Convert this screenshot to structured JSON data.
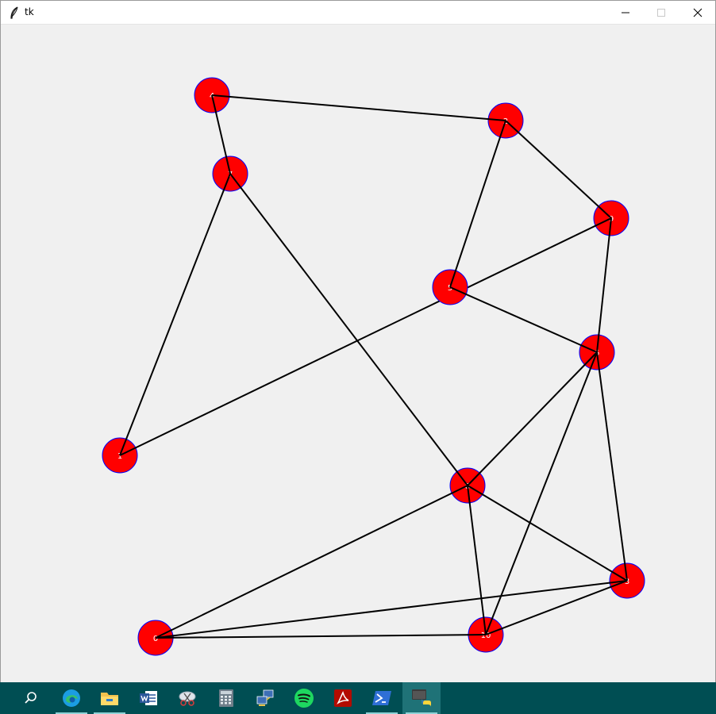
{
  "window": {
    "title": "tk",
    "controls": [
      "minimize",
      "maximize",
      "close"
    ]
  },
  "graph": {
    "node_fill": "#ff0000",
    "node_outline": "#0000ff",
    "edge_color": "#000000",
    "nodes": [
      {
        "id": "n4",
        "label": "4"
      },
      {
        "id": "n2",
        "label": "2"
      },
      {
        "id": "n7",
        "label": "7"
      },
      {
        "id": "n9",
        "label": "9"
      },
      {
        "id": "n5",
        "label": "5"
      },
      {
        "id": "n6",
        "label": "6"
      },
      {
        "id": "n1",
        "label": "1"
      },
      {
        "id": "n8",
        "label": "8"
      },
      {
        "id": "n3",
        "label": "3"
      },
      {
        "id": "n0",
        "label": "0"
      },
      {
        "id": "n10",
        "label": "10"
      }
    ],
    "edges": [
      [
        "n4",
        "n2"
      ],
      [
        "n4",
        "n7"
      ],
      [
        "n2",
        "n5"
      ],
      [
        "n2",
        "n9"
      ],
      [
        "n9",
        "n1"
      ],
      [
        "n9",
        "n6"
      ],
      [
        "n5",
        "n6"
      ],
      [
        "n7",
        "n1"
      ],
      [
        "n7",
        "n8"
      ],
      [
        "n6",
        "n8"
      ],
      [
        "n6",
        "n10"
      ],
      [
        "n6",
        "n3"
      ],
      [
        "n8",
        "n0"
      ],
      [
        "n8",
        "n10"
      ],
      [
        "n8",
        "n3"
      ],
      [
        "n0",
        "n3"
      ],
      [
        "n0",
        "n10"
      ],
      [
        "n10",
        "n3"
      ]
    ]
  },
  "taskbar": {
    "background": "#004e53",
    "items": [
      {
        "name": "search-icon",
        "active": false,
        "open": false
      },
      {
        "name": "edge-icon",
        "active": false,
        "open": true
      },
      {
        "name": "file-explorer-icon",
        "active": false,
        "open": true
      },
      {
        "name": "word-icon",
        "active": false,
        "open": false
      },
      {
        "name": "snipping-tool-icon",
        "active": false,
        "open": false
      },
      {
        "name": "calculator-icon",
        "active": false,
        "open": false
      },
      {
        "name": "network-icon",
        "active": false,
        "open": false
      },
      {
        "name": "spotify-icon",
        "active": false,
        "open": false
      },
      {
        "name": "acrobat-icon",
        "active": false,
        "open": false
      },
      {
        "name": "powershell-icon",
        "active": false,
        "open": true
      },
      {
        "name": "python-icon",
        "active": true,
        "open": true
      }
    ]
  }
}
